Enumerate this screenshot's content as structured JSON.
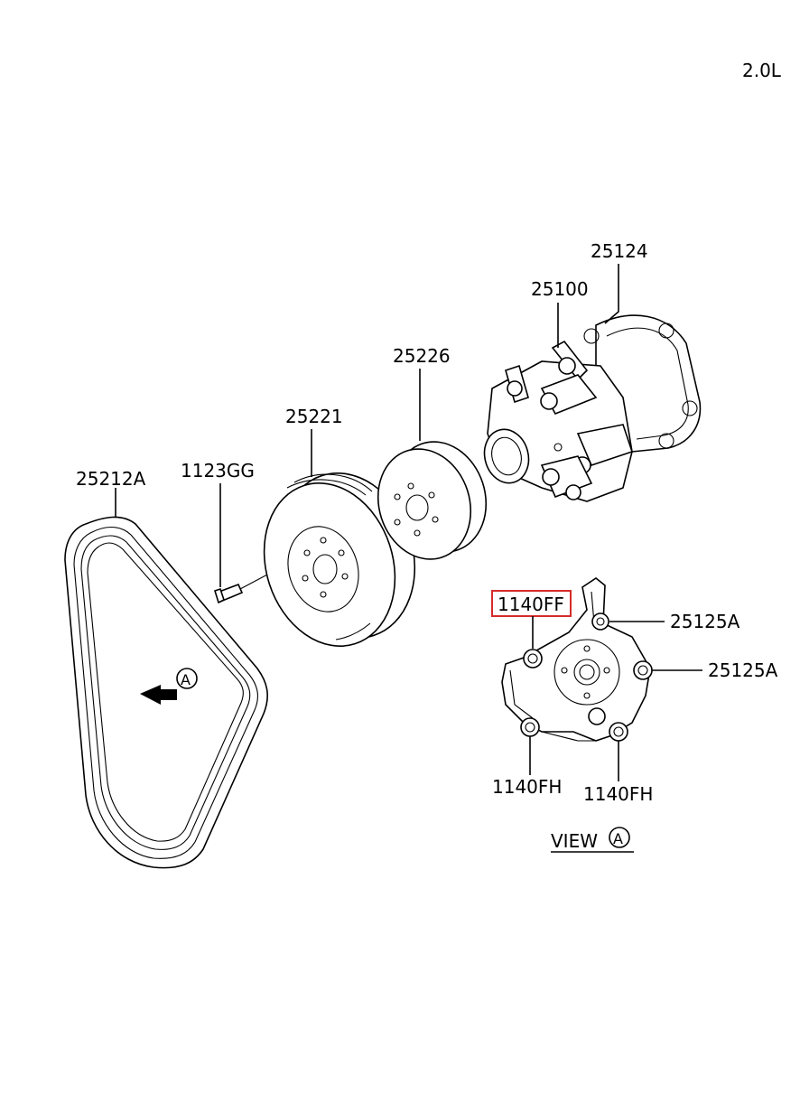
{
  "engine": "2.0L",
  "labels": {
    "p25124": "25124",
    "p25100": "25100",
    "p25226": "25226",
    "p25221": "25221",
    "p25212A": "25212A",
    "p1123GG": "1123GG",
    "p1140FF": "1140FF",
    "p25125A_top": "25125A",
    "p25125A_mid": "25125A",
    "p1140FH_left": "1140FH",
    "p1140FH_right": "1140FH"
  },
  "view": {
    "text": "VIEW",
    "marker": "A"
  },
  "arrow_marker": "A",
  "highlight_color": "#d62b2b"
}
